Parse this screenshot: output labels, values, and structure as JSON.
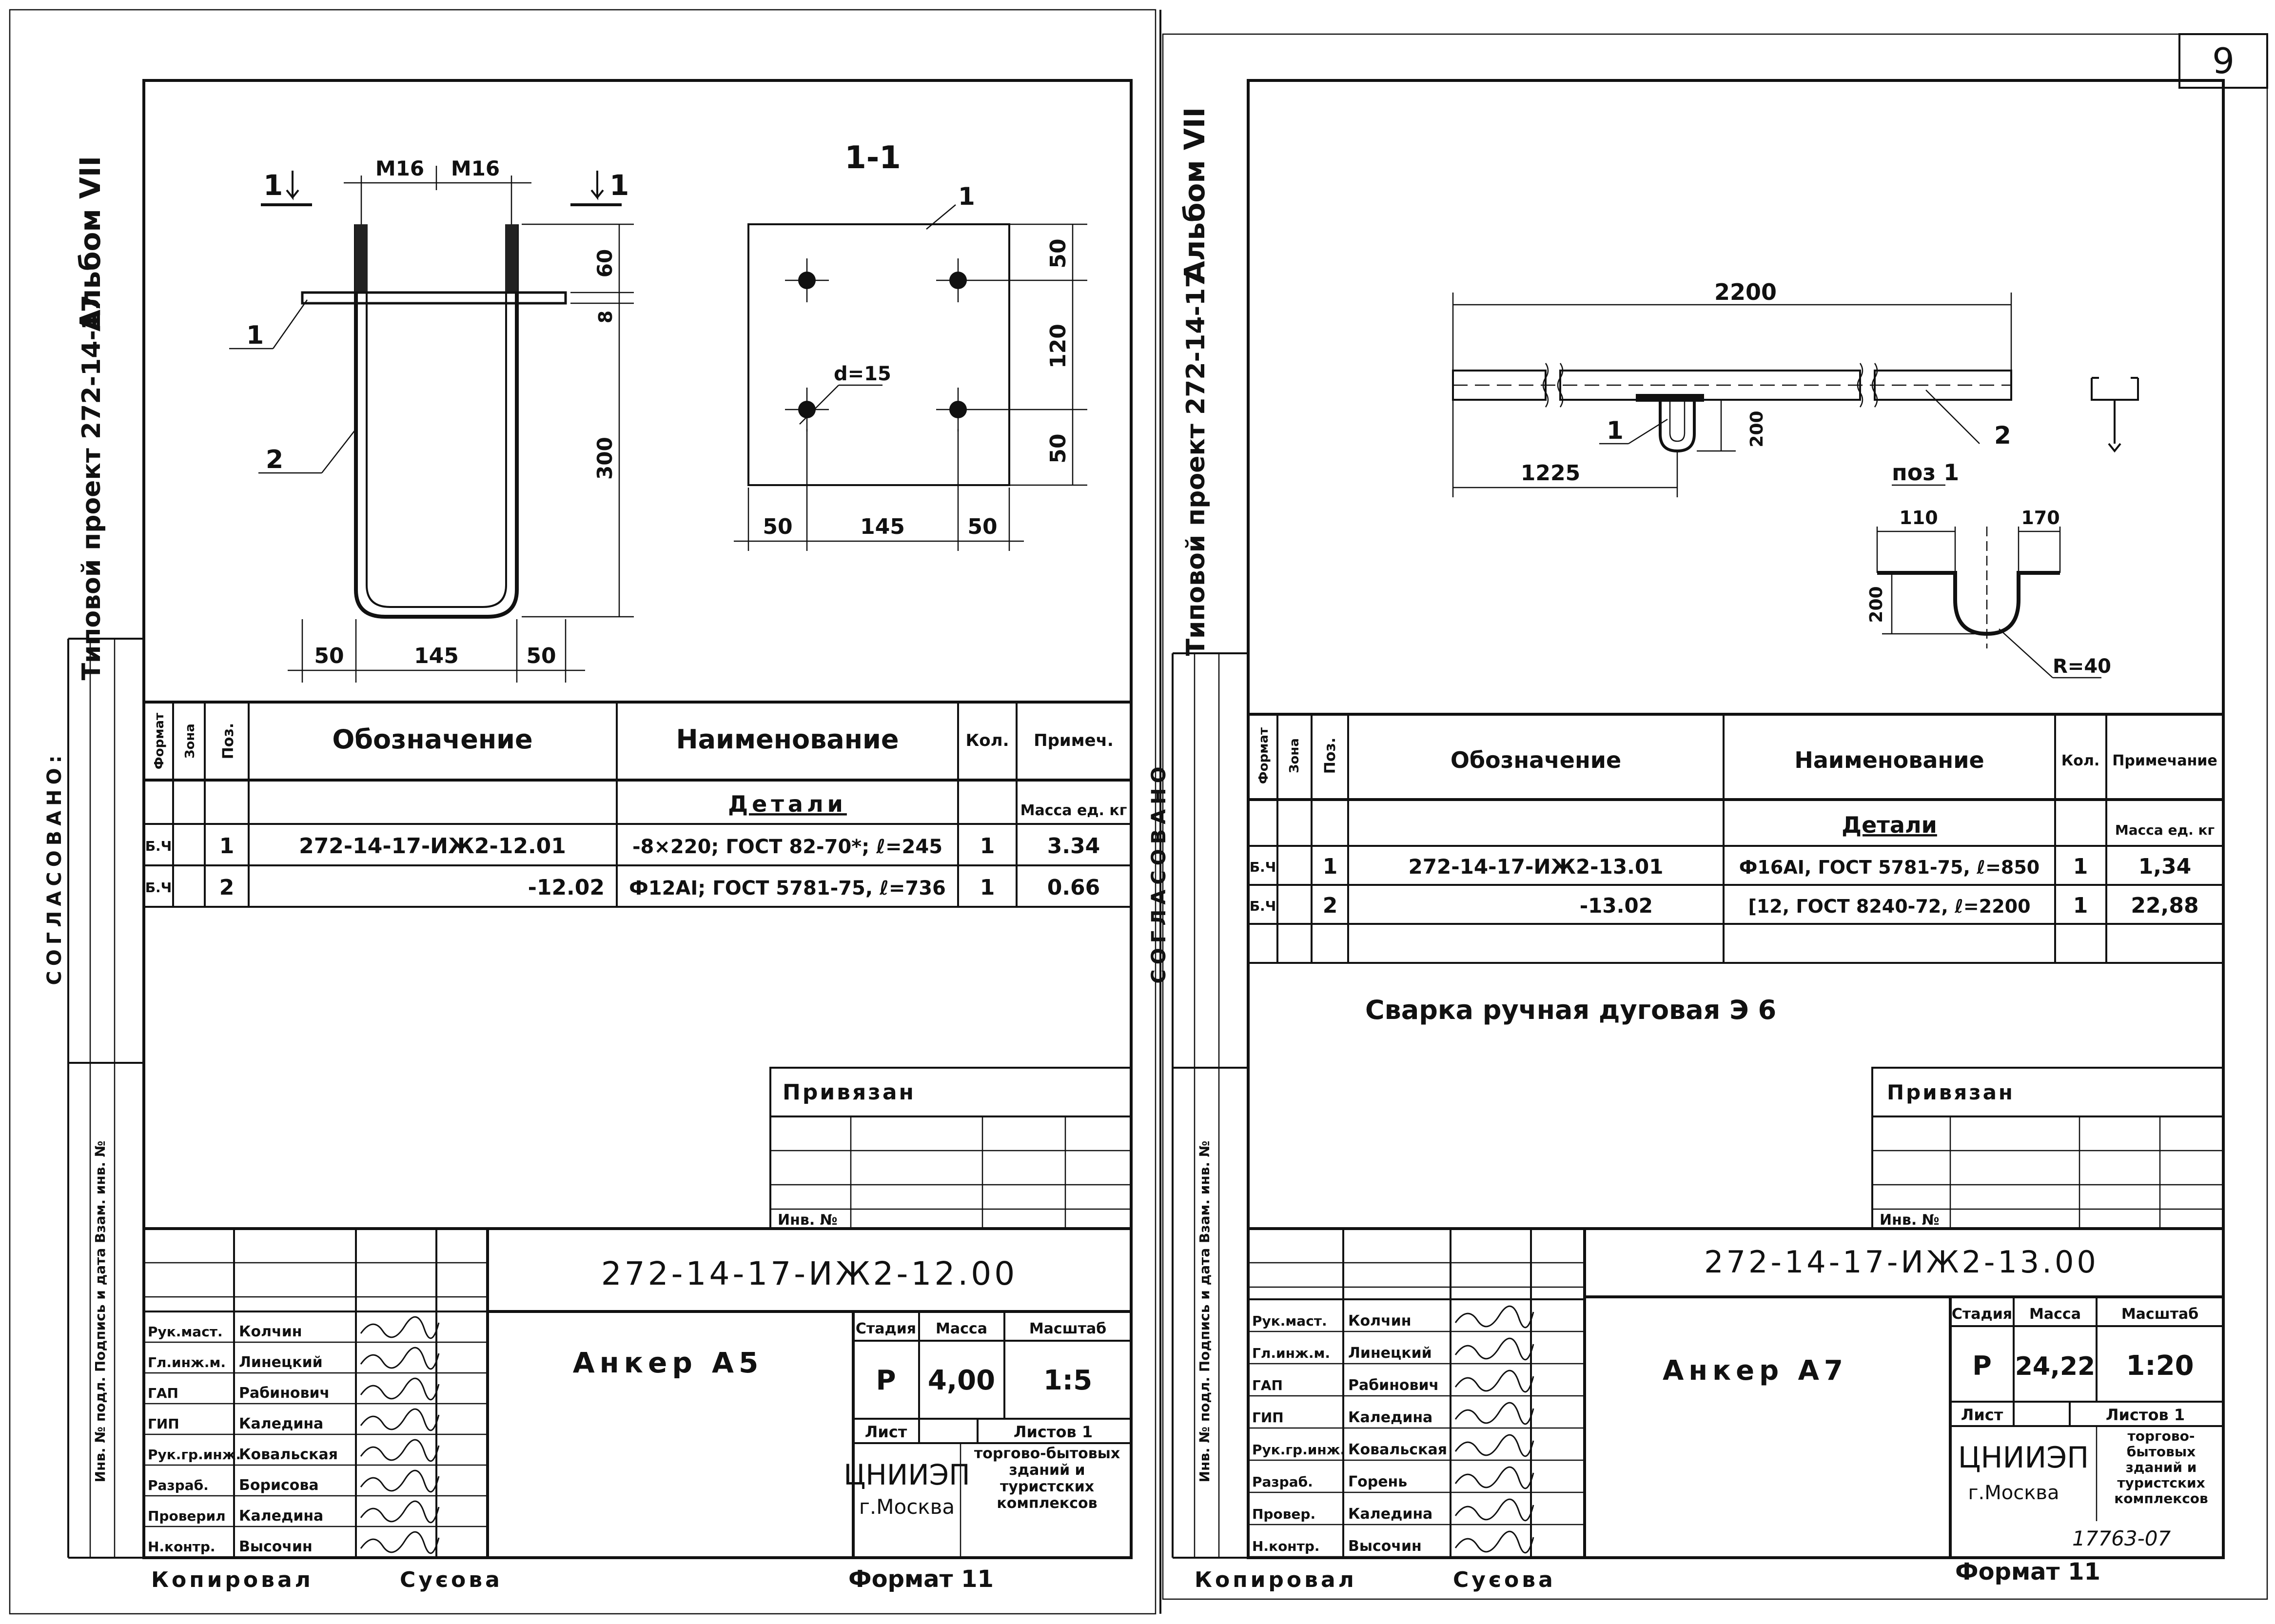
{
  "sheet_number": "9",
  "left": {
    "side_album": "Альбом VII",
    "side_project": "Типовой проект 272-14-17",
    "side_agreed": "СОГЛАСОВАНО:",
    "side_inv": "Инв. № подл.   Подпись и дата   Взам. инв. №",
    "section_label": "1-1",
    "dims": {
      "m16_a": "М16",
      "m16_b": "М16",
      "cut_a": "1",
      "cut_b": "1",
      "d60": "60",
      "d8": "8",
      "d300": "300",
      "b50a": "50",
      "b145": "145",
      "b50b": "50",
      "p50top": "50",
      "p120": "120",
      "p50bot": "50",
      "p50l": "50",
      "p145": "145",
      "p50r": "50",
      "hole": "d=15",
      "pos1": "1",
      "pos2": "2",
      "plate_pos": "1"
    },
    "table": {
      "headers": [
        "Формат",
        "Зона",
        "Поз.",
        "Обозначение",
        "Наименование",
        "Кол.",
        "Примеч."
      ],
      "section": "Детали",
      "mass_note": "Масса ед. кг",
      "rows": [
        [
          "Б.Ч",
          "",
          "1",
          "272-14-17-ИЖ2-12.01",
          "-8×220; ГОСТ 82-70*; ℓ=245",
          "1",
          "3.34"
        ],
        [
          "Б.Ч",
          "",
          "2",
          "-12.02",
          "Ф12АI; ГОСТ 5781-75, ℓ=736",
          "1",
          "0.66"
        ]
      ]
    },
    "privyazan": "Привязан",
    "inv_no": "Инв. №",
    "code": "272-14-17-ИЖ2-12.00",
    "title": "Анкер  А5",
    "stadia_h": "Стадия",
    "massa_h": "Масса",
    "masshtab_h": "Масштаб",
    "stadia": "Р",
    "massa": "4,00",
    "masshtab": "1:5",
    "list_h": "Лист",
    "listov_h": "Листов 1",
    "org": "ЦНИИЭП",
    "city": "г.Москва",
    "org_sub": "торгово-бытовых зданий и туристских комплексов",
    "staff": [
      [
        "Рук.маст.",
        "Колчин"
      ],
      [
        "Гл.инж.м.",
        "Линецкий"
      ],
      [
        "ГАП",
        "Рабинович"
      ],
      [
        "ГИП",
        "Каледина"
      ],
      [
        "Рук.гр.инж.",
        "Ковальская"
      ],
      [
        "Разраб.",
        "Борисова"
      ],
      [
        "Проверил",
        "Каледина"
      ],
      [
        "Н.контр.",
        "Высочин"
      ]
    ],
    "footer_copy": "Копировал",
    "footer_name": "Суєова",
    "footer_format": "Формат 11"
  },
  "right": {
    "side_album": "Альбом VII",
    "side_project": "Типовой проект 272-14-17",
    "side_agreed": "СОГЛАСОВАНО",
    "side_inv": "Инв. № подл.   Подпись и дата   Взам. инв. №",
    "dims": {
      "d2200": "2200",
      "d1225": "1225",
      "d200": "200",
      "pos1": "1",
      "pos2": "2",
      "pos_label": "поз 1",
      "r110a": "110",
      "r170": "170",
      "r200": "200",
      "radius": "R=40"
    },
    "table": {
      "headers": [
        "Формат",
        "Зона",
        "Поз.",
        "Обозначение",
        "Наименование",
        "Кол.",
        "Примечание"
      ],
      "section": "Детали",
      "mass_note": "Масса ед. кг",
      "rows": [
        [
          "Б.Ч",
          "",
          "1",
          "272-14-17-ИЖ2-13.01",
          "Ф16АI, ГОСТ 5781-75, ℓ=850",
          "1",
          "1,34"
        ],
        [
          "Б.Ч",
          "",
          "2",
          "-13.02",
          "[12, ГОСТ 8240-72, ℓ=2200",
          "1",
          "22,88"
        ]
      ]
    },
    "weld_note": "Сварка ручная дуговая Э 6",
    "privyazan": "Привязан",
    "inv_no": "Инв. №",
    "code": "272-14-17-ИЖ2-13.00",
    "title": "Анкер  А7",
    "stadia_h": "Стадия",
    "massa_h": "Масса",
    "masshtab_h": "Масштаб",
    "stadia": "Р",
    "massa": "24,22",
    "masshtab": "1:20",
    "list_h": "Лист",
    "listov_h": "Листов 1",
    "org": "ЦНИИЭП",
    "city": "г.Москва",
    "org_sub": "торгово-бытовых зданий и туристских комплексов",
    "staff": [
      [
        "Рук.маст.",
        "Колчин"
      ],
      [
        "Гл.инж.м.",
        "Линецкий"
      ],
      [
        "ГАП",
        "Рабинович"
      ],
      [
        "ГИП",
        "Каледина"
      ],
      [
        "Рук.гр.инж.",
        "Ковальская"
      ],
      [
        "Разраб.",
        "Горень"
      ],
      [
        "Провер.",
        "Каледина"
      ],
      [
        "Н.контр.",
        "Высочин"
      ]
    ],
    "footer_copy": "Копировал",
    "footer_name": "Суєова",
    "footer_format": "Формат 11",
    "archive_no": "17763-07"
  }
}
